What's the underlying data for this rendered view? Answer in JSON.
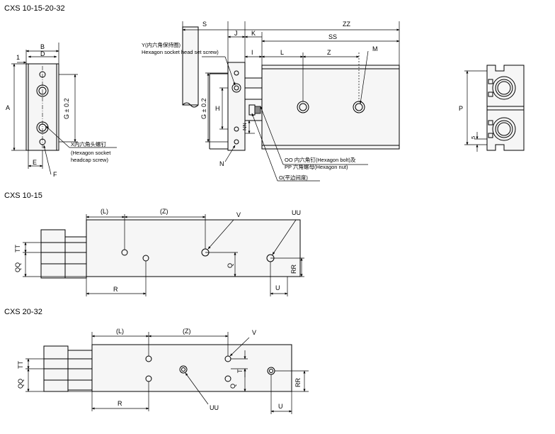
{
  "titles": {
    "main": "CXS 10-15-20-32",
    "mid": "CXS 10-15",
    "bottom": "CXS 20-32"
  },
  "left_view": {
    "B": "B",
    "D": "D",
    "one": "1",
    "A": "A",
    "G": "G ± 0.2",
    "E": "E",
    "F": "F",
    "callout_X_line1": "X内六角头螺钉",
    "callout_X_line2": "(Hexagon socket",
    "callout_X_line3": "headcap screw)"
  },
  "center_view": {
    "S": "S",
    "ZZ": "ZZ",
    "J": "J",
    "K": "K",
    "SS": "SS",
    "I": "I",
    "L": "L",
    "Z": "Z",
    "M": "M",
    "H": "H",
    "G": "G ± 0.2",
    "NN": "NN",
    "N": "N",
    "callout_Y_line1": "Y(内六角保持圈)",
    "callout_Y_line2": "Hexagon socket head set screw)",
    "callout_OO_line1": "OO 内六角钉(Hexagon bolt)及",
    "callout_OO_line2": "PP 六角螺母(Hexagon nut)",
    "callout_O": "O(平边间度)"
  },
  "right_view": {
    "P": "P",
    "five": "5"
  },
  "view_10_15": {
    "L": "(L)",
    "Z": "(Z)",
    "V": "V",
    "UU": "UU",
    "TT": "TT",
    "QQ": "QQ",
    "Q": "Q",
    "RR": "RR",
    "R": "R",
    "U": "U"
  },
  "view_20_32": {
    "L": "(L)",
    "Z": "(Z)",
    "V": "V",
    "UU": "UU",
    "TT": "TT",
    "QQ": "QQ",
    "T": "T",
    "Q": "Q",
    "RR": "RR",
    "R": "R",
    "U": "U"
  }
}
